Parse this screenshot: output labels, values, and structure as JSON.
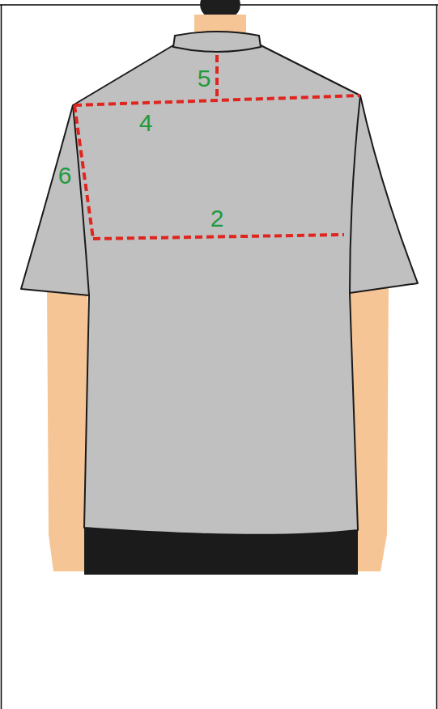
{
  "diagram": {
    "labels": [
      "5",
      "4",
      "6",
      "2"
    ]
  }
}
